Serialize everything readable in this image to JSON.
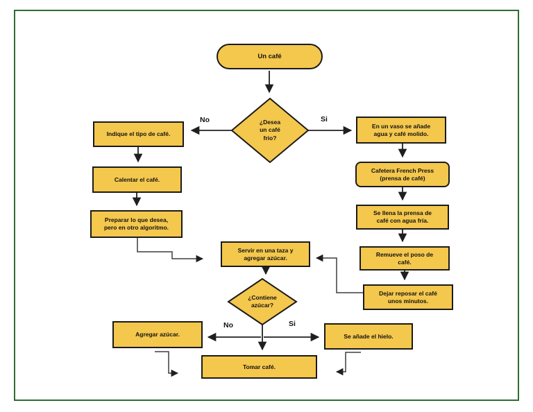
{
  "diagram": {
    "colors": {
      "frame_color": "#2E6B31",
      "node_fill": "#F4C74D",
      "node_border": "#1A1A1A",
      "arrow_color": "#1F1F1F"
    },
    "nodes": {
      "start": {
        "label": "Un café",
        "shape": "oval"
      },
      "decision_frio": {
        "label": "¿Desea\nun café\nfrio?",
        "shape": "diamond"
      },
      "indique": {
        "label": "Indique el tipo de café.",
        "shape": "rect"
      },
      "calentar": {
        "label": "Calentar el café.",
        "shape": "rect"
      },
      "preparar": {
        "label": "Preparar lo que desea,\npero en otro algoritmo.",
        "shape": "rect"
      },
      "servir": {
        "label": "Servir en una taza y\nagregar azúcar.",
        "shape": "rect"
      },
      "decision_azucar": {
        "label": "¿Contiene\nazúcar?",
        "shape": "diamond"
      },
      "vaso": {
        "label": "En un vaso se añade\nagua y café molido.",
        "shape": "rect"
      },
      "cafetera": {
        "label": "Cafetera French Press\n(prensa de café)",
        "shape": "rounded"
      },
      "llena": {
        "label": "Se llena la prensa de\ncafé con agua fría.",
        "shape": "rect"
      },
      "remueve": {
        "label": "Remueve el poso de\ncafé.",
        "shape": "rect"
      },
      "dejar": {
        "label": "Dejar reposar el café\nunos minutos.",
        "shape": "rect"
      },
      "agregar": {
        "label": "Agregar azúcar.",
        "shape": "rect"
      },
      "hielo": {
        "label": "Se añade el hielo.",
        "shape": "rect"
      },
      "tomar": {
        "label": "Tomar café.",
        "shape": "rect"
      }
    },
    "edge_labels": {
      "frio_no": "No",
      "frio_si": "Si",
      "azucar_no": "No",
      "azucar_si": "Si"
    }
  }
}
